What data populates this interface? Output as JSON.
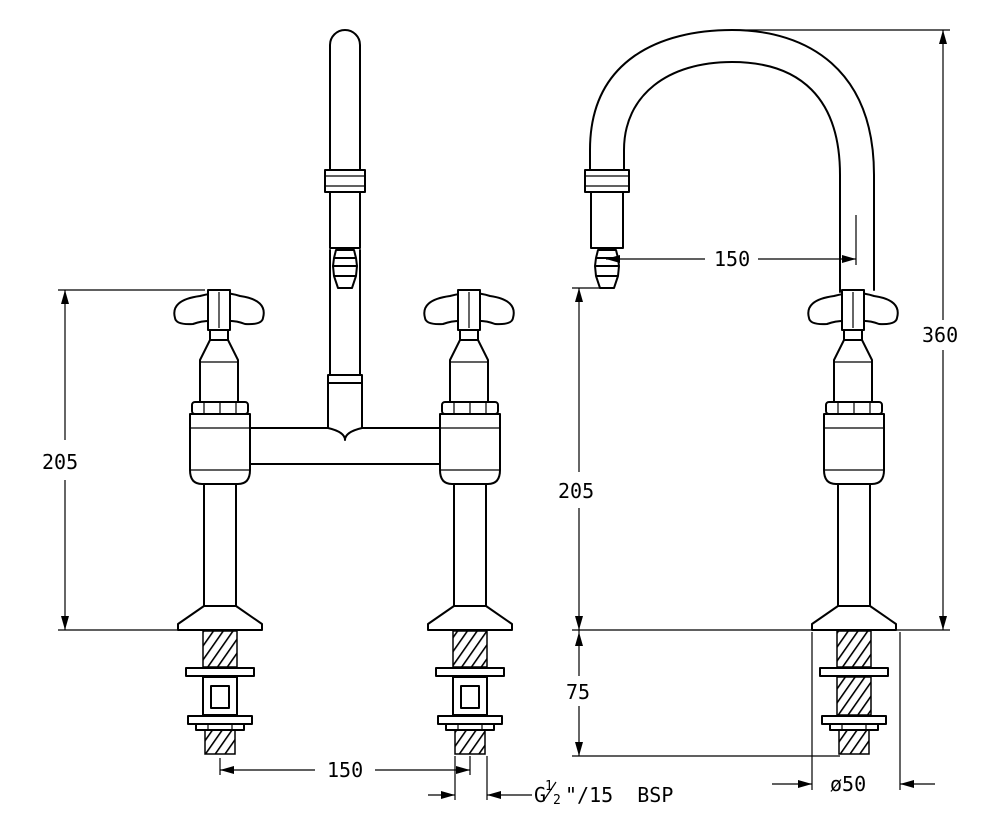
{
  "dimensions": {
    "front_height": "205",
    "front_centres": "150",
    "thread_spec": "G",
    "thread_fraction_num": "1",
    "thread_fraction_den": "2",
    "thread_suffix": "\"/15  BSP",
    "side_reach": "150",
    "side_overall_height": "360",
    "side_height": "205",
    "side_shank_length": "75",
    "side_base_diameter": "ø50"
  },
  "colors": {
    "line": "#000000",
    "background": "#ffffff"
  }
}
